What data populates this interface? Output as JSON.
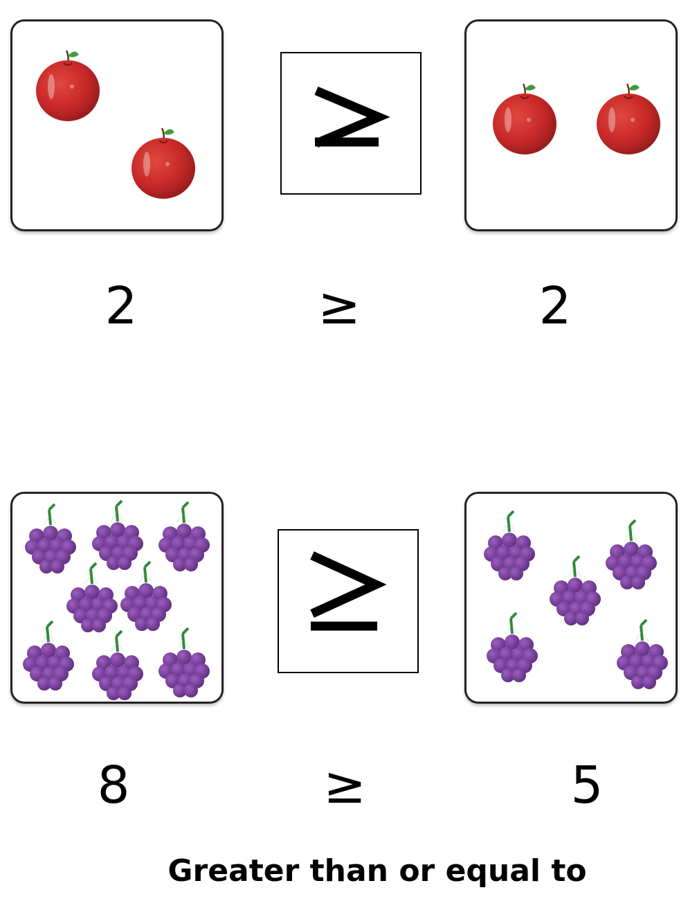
{
  "rows": [
    {
      "left": {
        "fruit": "apple-icon",
        "count": "2"
      },
      "symbol": "≥",
      "right": {
        "fruit": "apple-icon",
        "count": "2"
      },
      "labels": {
        "left": "2",
        "symbol": "≥",
        "right": "2"
      }
    },
    {
      "left": {
        "fruit": "grapes-icon",
        "count": "8"
      },
      "symbol": "≥",
      "right": {
        "fruit": "grapes-icon",
        "count": "5"
      },
      "labels": {
        "left": "8",
        "symbol": "≥",
        "right": "5"
      }
    }
  ],
  "caption": "Greater than or equal to",
  "colors": {
    "apple": "#c62828",
    "apple_dark": "#8e1a1a",
    "leaf": "#3e9d3a",
    "grape": "#7a3f9e",
    "grape_dark": "#5b2a7a",
    "stem": "#2f8a3a",
    "border": "#222222"
  }
}
